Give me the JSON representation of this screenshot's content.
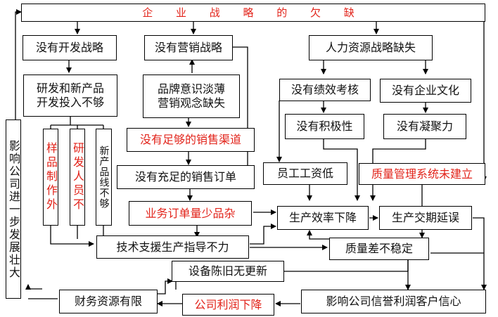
{
  "title": "企 业 战 略 的 欠 缺",
  "nodes": {
    "no_dev_strategy": "没有开发战略",
    "no_marketing_strategy": "没有营销战略",
    "no_hr_strategy": "人力资源战略缺失",
    "rd_investment_line1": "研发和新产品",
    "rd_investment_line2": "开发投入不够",
    "brand_line1": "品牌意识淡薄",
    "brand_line2": "营销观念缺失",
    "no_performance": "没有绩效考核",
    "no_culture": "没有企业文化",
    "no_channels": "没有足够的销售渠道",
    "no_motivation": "没有积极性",
    "no_cohesion": "没有凝聚力",
    "no_orders": "没有充足的销售订单",
    "low_wages": "员工工资低",
    "no_quality_system": "质量管理系统未建立",
    "few_orders": "业务订单量少品杂",
    "low_efficiency": "生产效率下降",
    "delivery_delay": "生产交期延误",
    "tech_support": "技术支援生产指导不力",
    "unstable_quality": "质量差不稳定",
    "old_equipment": "设备陈旧无更新",
    "finance_limited": "财务资源有限",
    "profit_decline": "公司利润下降",
    "reputation": "影响公司信誉利润客户信心",
    "sample_vertical": "样品制作外",
    "rd_staff_vertical": "研发人员不",
    "new_line_vertical": "新产品线不够",
    "impact_vertical": "影响公司进一步发展壮大"
  },
  "colors": {
    "highlight": "#e2231a",
    "text": "#111111",
    "line": "#000000"
  }
}
